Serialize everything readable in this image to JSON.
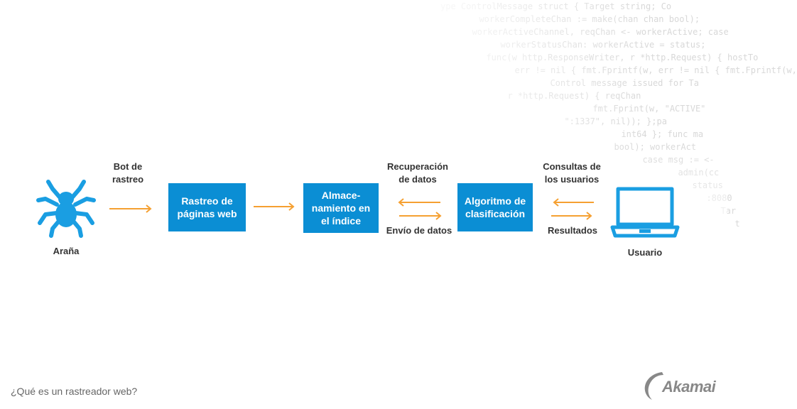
{
  "code_lines": [
    "ype ControlMessage struct { Target string; Co",
    "  workerCompleteChan := make(chan chan bool);",
    "  workerActiveChannel, reqChan <- workerActive; case",
    "  workerStatusChan: workerActive = status;",
    "  func(w http.ResponseWriter, r *http.Request) { hostTo",
    "  err != nil { fmt.Fprintf(w, err != nil { fmt.Fprintf(w,",
    "  Control message issued for Ta",
    "  r *http.Request) { reqChan",
    "  fmt.Fprint(w, \"ACTIVE\"",
    "  \":1337\", nil)); };pa",
    "  int64 }; func ma",
    "  bool); workerAct",
    "  case msg := <-",
    "  admin(cc",
    "  status",
    "  :8080",
    "  Tar",
    "  t"
  ],
  "nodes": {
    "spider": {
      "label": "Araña",
      "icon": "spider-icon"
    },
    "crawl": {
      "label": "Rastreo de\npáginas web"
    },
    "index": {
      "label": "Almace-\nnamiento en\nel índice"
    },
    "ranking": {
      "label": "Algoritmo de\nclasificación"
    },
    "user": {
      "label": "Usuario",
      "icon": "laptop-icon"
    }
  },
  "edge_labels": {
    "bot": "Bot de\nrastreo",
    "retrieval": "Recuperación\nde datos",
    "sending": "Envío de datos",
    "queries": "Consultas de\nlos usuarios",
    "results": "Resultados"
  },
  "footer": "¿Qué es un rastreador web?",
  "logo": {
    "text": "Akamai"
  },
  "colors": {
    "box": "#0b8ed4",
    "arrow": "#f5a031",
    "icon": "#1a9ee2"
  }
}
